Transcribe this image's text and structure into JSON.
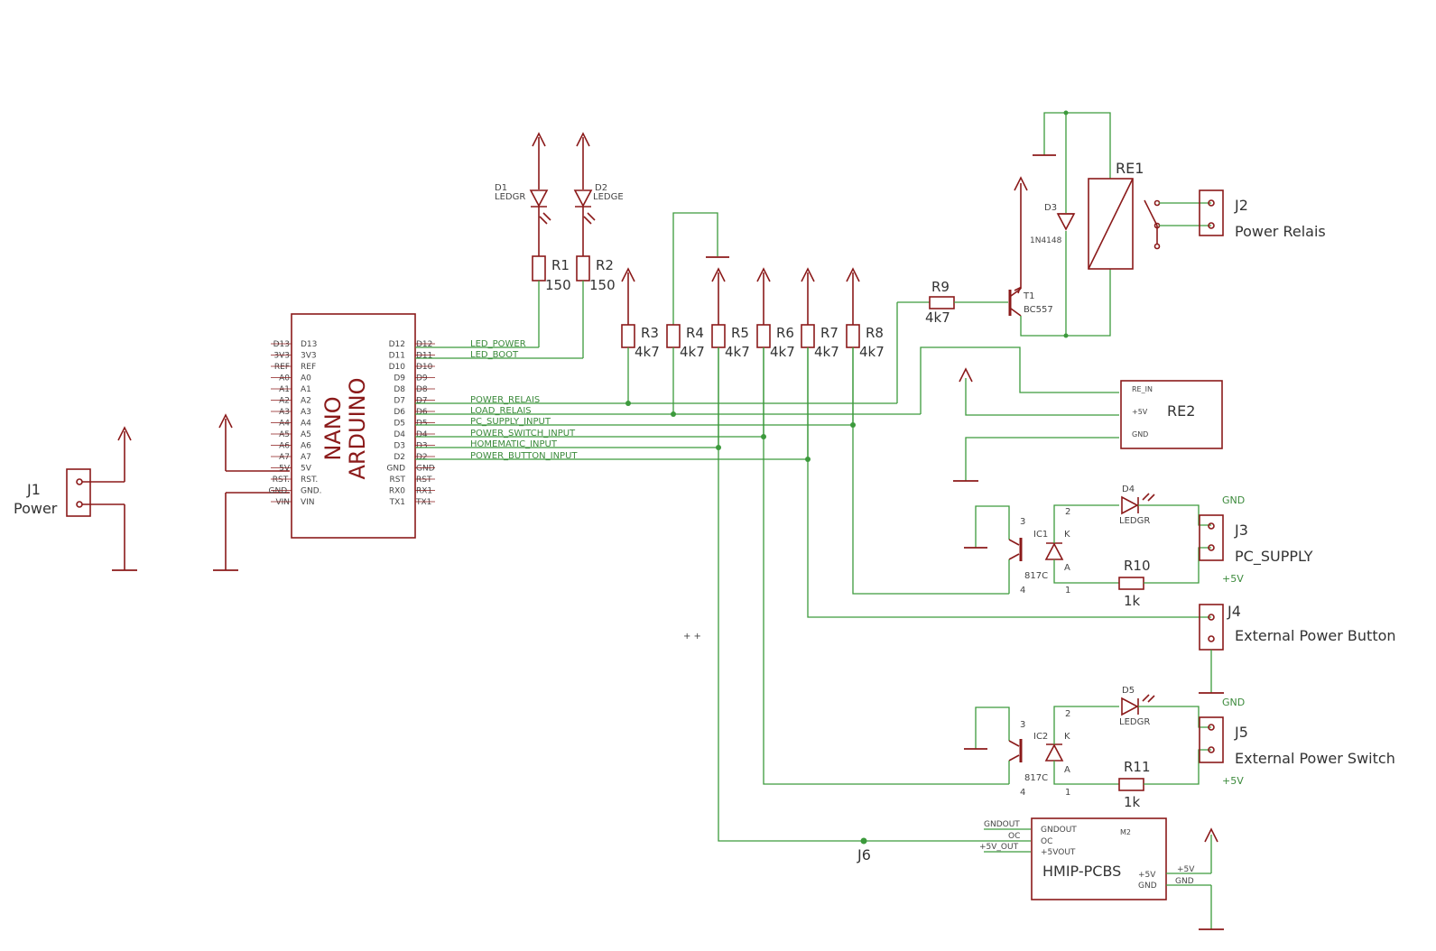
{
  "colors": {
    "part": "#8b1a1a",
    "wire": "#3c9a3c",
    "text": "#333333"
  },
  "arduino": {
    "name1": "NANO",
    "name2": "ARDUINO",
    "left_outer": [
      "D13",
      "3V3",
      "REF",
      "A0",
      "A1",
      "A2",
      "A3",
      "A4",
      "A5",
      "A6",
      "A7",
      "5V",
      "RST.",
      "GND.",
      "VIN"
    ],
    "left_inner": [
      "D13",
      "3V3",
      "REF",
      "A0",
      "A1",
      "A2",
      "A3",
      "A4",
      "A5",
      "A6",
      "A7",
      "5V",
      "RST.",
      "GND.",
      "VIN"
    ],
    "right_inner": [
      "D12",
      "D11",
      "D10",
      "D9",
      "D8",
      "D7",
      "D6",
      "D5",
      "D4",
      "D3",
      "D2",
      "GND",
      "RST",
      "RX0",
      "TX1"
    ],
    "right_outer": [
      "D12",
      "D11",
      "D10",
      "D9",
      "D8",
      "D7",
      "D6",
      "D5",
      "D4",
      "D3",
      "D2",
      "GND",
      "RST",
      "RX1",
      "TX1"
    ]
  },
  "nets": {
    "led_power": "LED_POWER",
    "led_boot": "LED_BOOT",
    "power_relais": "POWER_RELAIS",
    "load_relais": "LOAD_RELAIS",
    "pc_supply_input": "PC_SUPPLY_INPUT",
    "power_switch_input": "POWER_SWITCH_INPUT",
    "homematic_input": "HOMEMATIC_INPUT",
    "power_button_input": "POWER_BUTTON_INPUT"
  },
  "leds": {
    "d1": {
      "ref": "D1",
      "val": "LEDGR"
    },
    "d2": {
      "ref": "D2",
      "val": "LEDGE"
    },
    "d4": {
      "ref": "D4",
      "val": "LEDGR"
    },
    "d5": {
      "ref": "D5",
      "val": "LEDGR"
    }
  },
  "resistors": {
    "r1": {
      "ref": "R1",
      "val": "150"
    },
    "r2": {
      "ref": "R2",
      "val": "150"
    },
    "r3": {
      "ref": "R3",
      "val": "4k7"
    },
    "r4": {
      "ref": "R4",
      "val": "4k7"
    },
    "r5": {
      "ref": "R5",
      "val": "4k7"
    },
    "r6": {
      "ref": "R6",
      "val": "4k7"
    },
    "r7": {
      "ref": "R7",
      "val": "4k7"
    },
    "r8": {
      "ref": "R8",
      "val": "4k7"
    },
    "r9": {
      "ref": "R9",
      "val": "4k7"
    },
    "r10": {
      "ref": "R10",
      "val": "1k"
    },
    "r11": {
      "ref": "R11",
      "val": "1k"
    }
  },
  "relay": {
    "ref": "RE1"
  },
  "diode3": {
    "ref": "D3",
    "val": "1N4148"
  },
  "transistor": {
    "ref": "T1",
    "val": "BC557"
  },
  "re2": {
    "ref": "RE2",
    "pin1": "RE_IN",
    "pin2": "+5V",
    "pin3": "GND"
  },
  "connectors": {
    "j1": {
      "ref": "J1",
      "name": "Power"
    },
    "j2": {
      "ref": "J2",
      "name": "Power Relais"
    },
    "j3": {
      "ref": "J3",
      "name": "PC_SUPPLY"
    },
    "j4": {
      "ref": "J4",
      "name": "External Power Button"
    },
    "j5": {
      "ref": "J5",
      "name": "External Power Switch"
    },
    "j6": {
      "ref": "J6"
    }
  },
  "opto": {
    "ic1": {
      "ref": "IC1",
      "val": "817C",
      "p1": "1",
      "p2": "2",
      "p3": "3",
      "p4": "4",
      "k": "K",
      "a": "A"
    },
    "ic2": {
      "ref": "IC2",
      "val": "817C",
      "p1": "1",
      "p2": "2",
      "p3": "3",
      "p4": "4",
      "k": "K",
      "a": "A"
    }
  },
  "supply_labels": {
    "gnd": "GND",
    "plus5": "+5V"
  },
  "hmip": {
    "name": "HMIP-PCBS",
    "tag": "M2",
    "in1": "GNDOUT",
    "in2": "OC",
    "in3": "+5VOUT",
    "out1": "+5V",
    "out2": "GND",
    "wire_in1": "GNDOUT",
    "wire_in2": "OC",
    "wire_in3": "+5V_OUT",
    "wire_out1": "+5V",
    "wire_out2": "GND"
  },
  "misc": {
    "marks": "+ +"
  }
}
